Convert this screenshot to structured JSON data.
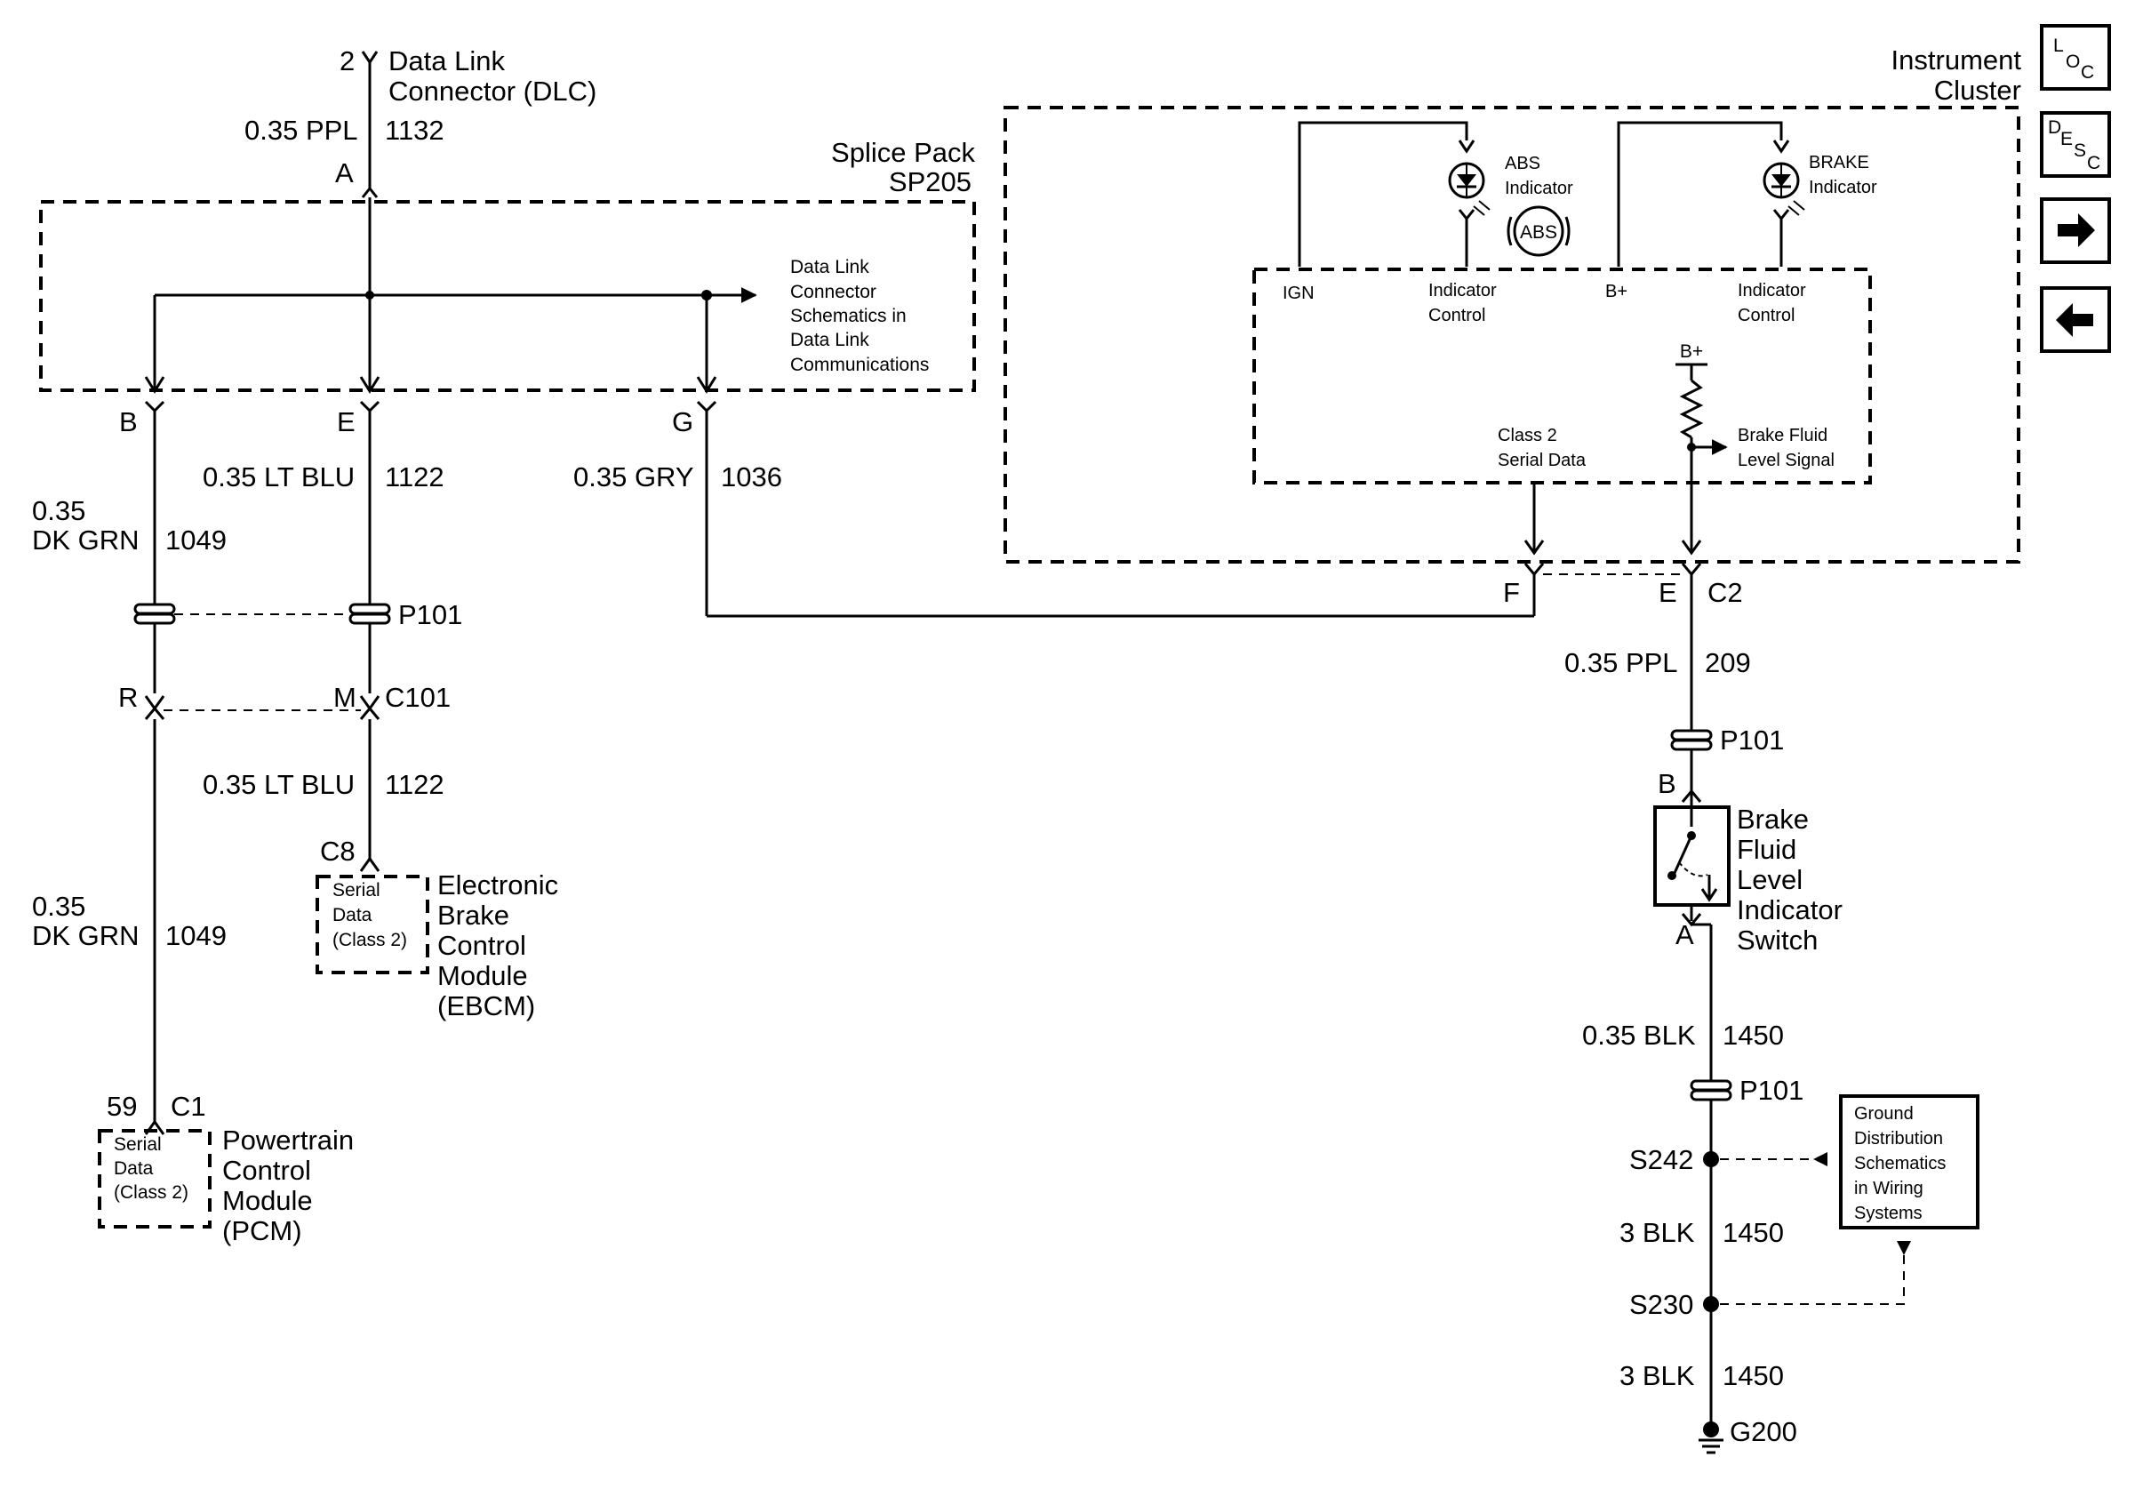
{
  "dlc": {
    "pin": "2",
    "name_line1": "Data Link",
    "name_line2": "Connector (DLC)",
    "wire_color": "0.35 PPL",
    "circuit": "1132"
  },
  "splice_pack": {
    "name": "Splice Pack",
    "id": "SP205",
    "pin_top": "A",
    "pin_b": "B",
    "pin_e": "E",
    "pin_g": "G",
    "ref_line1": "Data Link",
    "ref_line2": "Connector",
    "ref_line3": "Schematics in",
    "ref_line4": "Data Link",
    "ref_line5": "Communications"
  },
  "wires": {
    "dk_grn_gauge": "0.35",
    "dk_grn_color": "DK GRN",
    "dk_grn_circuit": "1049",
    "lt_blu_color": "0.35 LT BLU",
    "lt_blu_circuit": "1122",
    "gry_color": "0.35 GRY",
    "gry_circuit": "1036",
    "ppl_color": "0.35 PPL",
    "ppl_circuit": "209",
    "blk_small_color": "0.35 BLK",
    "blk_circuit": "1450",
    "blk_large_color": "3 BLK"
  },
  "connectors": {
    "p101": "P101",
    "c101": "C101",
    "pin_r": "R",
    "pin_m": "M",
    "c2": "C2",
    "pin_f": "F",
    "pin_e": "E",
    "switch_pin_b": "B",
    "switch_pin_a": "A"
  },
  "ebcm": {
    "pin": "C8",
    "box_line1": "Serial",
    "box_line2": "Data",
    "box_line3": "(Class 2)",
    "name_line1": "Electronic",
    "name_line2": "Brake",
    "name_line3": "Control",
    "name_line4": "Module",
    "name_line5": "(EBCM)"
  },
  "pcm": {
    "pin": "59",
    "connector": "C1",
    "box_line1": "Serial",
    "box_line2": "Data",
    "box_line3": "(Class 2)",
    "name_line1": "Powertrain",
    "name_line2": "Control",
    "name_line3": "Module",
    "name_line4": "(PCM)"
  },
  "cluster": {
    "name_line1": "Instrument",
    "name_line2": "Cluster",
    "abs_label_line1": "ABS",
    "abs_label_line2": "Indicator",
    "abs_symbol": "ABS",
    "brake_label_line1": "BRAKE",
    "brake_label_line2": "Indicator",
    "ign": "IGN",
    "indicator_control_line1": "Indicator",
    "indicator_control_line2": "Control",
    "b_plus": "B+",
    "resistor_b_plus": "B+",
    "class2_line1": "Class 2",
    "class2_line2": "Serial Data",
    "bfl_signal_line1": "Brake Fluid",
    "bfl_signal_line2": "Level Signal"
  },
  "switch": {
    "name_line1": "Brake",
    "name_line2": "Fluid",
    "name_line3": "Level",
    "name_line4": "Indicator",
    "name_line5": "Switch"
  },
  "ground": {
    "splice1": "S242",
    "splice2": "S230",
    "ground_id": "G200",
    "ref_line1": "Ground",
    "ref_line2": "Distribution",
    "ref_line3": "Schematics",
    "ref_line4": "in Wiring",
    "ref_line5": "Systems"
  },
  "nav": {
    "loc_l": "L",
    "loc_o": "O",
    "loc_c": "C",
    "desc_d": "D",
    "desc_e": "E",
    "desc_s": "S",
    "desc_c": "C",
    "next_icon": "right-arrow-icon",
    "prev_icon": "left-arrow-icon"
  }
}
